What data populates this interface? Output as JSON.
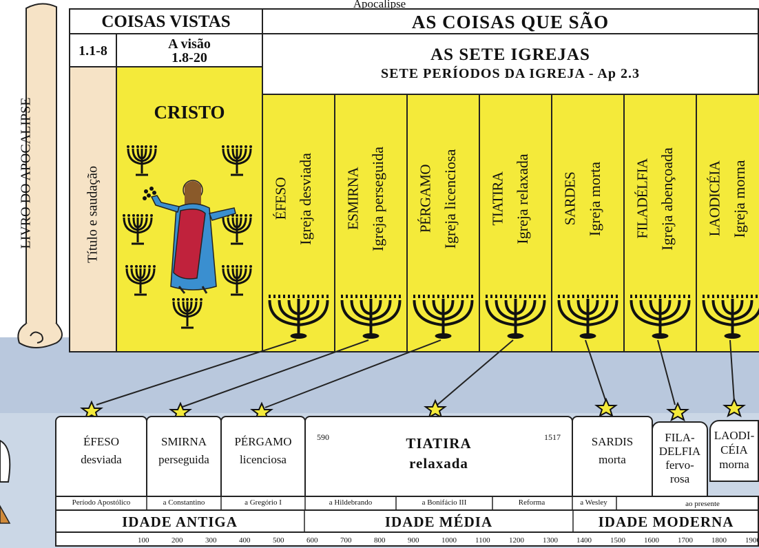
{
  "page_title": "Apocalipse",
  "scroll_label": "LIVRO DO APOCALIPSE",
  "coisas_vistas": "COISAS VISTAS",
  "coisas_que_sao": "AS COISAS QUE SÃO",
  "ref_1": "1.1-8",
  "visao_label": "A visão",
  "visao_ref": "1.8-20",
  "sete_igrejas": "AS SETE IGREJAS",
  "sete_periodos": "SETE PERÍODOS DA IGREJA - Ap 2.3",
  "titulo_saudacao": "Título e saudação",
  "cristo": "CRISTO",
  "churches": [
    {
      "name": "ÉFESO",
      "desc": "Igreja desviada"
    },
    {
      "name": "ESMIRNA",
      "desc": "Igreja perseguida"
    },
    {
      "name": "PÉRGAMO",
      "desc": "Igreja licenciosa"
    },
    {
      "name": "TIATIRA",
      "desc": "Igreja relaxada"
    },
    {
      "name": "SARDES",
      "desc": "Igreja morta"
    },
    {
      "name": "FILADÉLFIA",
      "desc": "Igreja abençoada"
    },
    {
      "name": "LAODICÉIA",
      "desc": "Igreja morna"
    }
  ],
  "lower": {
    "efeso": {
      "line1": "ÉFESO",
      "line2": "desviada"
    },
    "smirna": {
      "line1": "SMIRNA",
      "line2": "perseguida"
    },
    "pergamo": {
      "line1": "PÉRGAMO",
      "line2": "licenciosa"
    },
    "tiatira": {
      "line1": "TIATIRA",
      "line2": "relaxada",
      "start": "590",
      "end": "1517"
    },
    "sardis": {
      "line1": "SARDIS",
      "line2": "morta"
    },
    "filadelfia": {
      "line1": "FILA-",
      "line2": "DELFIA",
      "line3": "fervo-",
      "line4": "rosa"
    },
    "laodiceia": {
      "line1": "LAODI-",
      "line2": "CÉIA",
      "line3": "morna"
    }
  },
  "periods": [
    "Período Apostólico",
    "a Constantino",
    "a Gregório I",
    "a Hildebrando",
    "a Bonifácio III",
    "Reforma",
    "a Wesley",
    "ao presente"
  ],
  "ages": [
    "IDADE ANTIGA",
    "IDADE MÉDIA",
    "IDADE MODERNA"
  ],
  "years": [
    "100",
    "200",
    "300",
    "400",
    "500",
    "600",
    "700",
    "800",
    "900",
    "1000",
    "1100",
    "1200",
    "1300",
    "1400",
    "1500",
    "1600",
    "1700",
    "1800",
    "1900"
  ],
  "colors": {
    "yellow": "#f4ea3a",
    "sky": "#b9c8dd",
    "parchment": "#f6e3c6",
    "robe_blue": "#3a8fd0",
    "robe_red": "#c0223c"
  }
}
